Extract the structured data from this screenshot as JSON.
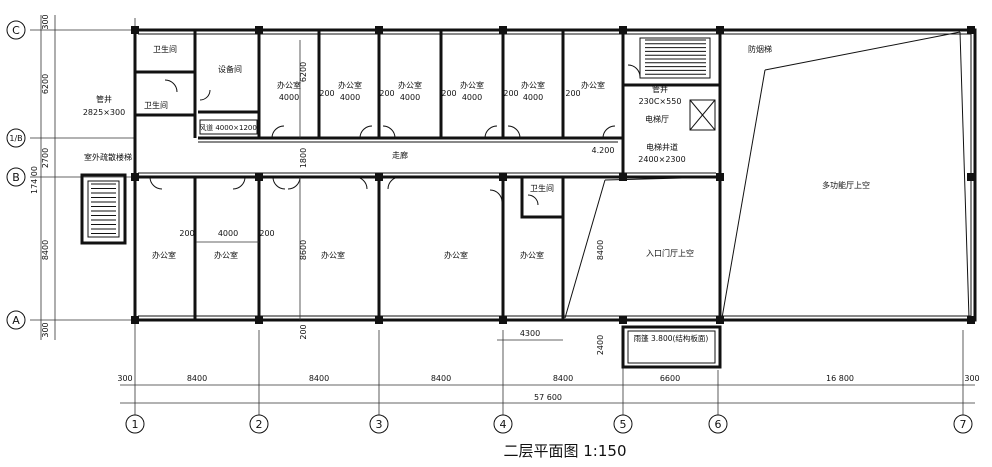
{
  "title": "二层平面图 1:150",
  "axes_x": [
    "1",
    "2",
    "3",
    "4",
    "5",
    "6",
    "7"
  ],
  "axes_y": [
    "C",
    "1/B",
    "B",
    "A"
  ],
  "rooms": {
    "wc_top": "卫生间",
    "wc_mid": "卫生间",
    "equipment": "设备间",
    "office": "办公室",
    "office_b": "办公室",
    "corridor": "走廊",
    "wc_small": "卫生间",
    "entrance_void": "入口门厅上空",
    "hall_void": "多功能厅上空",
    "elevator_hall": "电梯厅",
    "elevator_shaft": "电梯井道",
    "elevator_size": "2400×2300",
    "stair_top": "防烟梯",
    "outdoor_stair": "室外疏散楼梯",
    "air_duct": "风道 4000×1200",
    "pipe_left": "管井",
    "pipe_left_size": "2825×300",
    "pipe_right": "管井",
    "pipe_right_size": "230C×550",
    "canopy": "雨篷 3.800(结构板面)",
    "level": "4.200"
  },
  "dims": {
    "x_segments": [
      "300",
      "8400",
      "8400",
      "8400",
      "8400",
      "6600",
      "16 800",
      "300"
    ],
    "x_total": "57 600",
    "y_left_segments": [
      "300",
      "6200",
      "2700",
      "8400",
      "300"
    ],
    "y_left_total": "174 00",
    "d4000": "4000",
    "d200": "200",
    "d6200": "6200",
    "d1800": "1800",
    "d8600": "8600",
    "d8400": "8400",
    "d4300": "4300",
    "d2400": "2400"
  }
}
